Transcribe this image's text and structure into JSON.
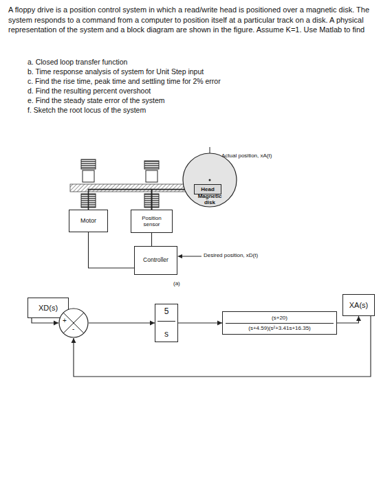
{
  "diagram": {
    "nodes": [
      {
        "text": [
          "Magnetic disk"
        ]
      },
      {
        "text": [
          "Head"
        ]
      },
      {
        "text": [
          "Motor"
        ]
      },
      {
        "text": [
          "Position sensor"
        ]
      },
      {
        "text": [
          "Controller"
        ]
      },
      {
        "text": [
          "XD(s)"
        ]
      },
      {
        "text": [
          "+",
          "-"
        ]
      },
      {
        "text": [
          "5",
          "s"
        ]
      },
      {
        "text": [
          "(s+20)",
          "(s+4.59)(s²+3.41s+16.35)"
        ]
      },
      {
        "text": [
          "XA(s)"
        ]
      }
    ],
    "edges": [
      {
        "from": 2,
        "to": 3,
        "arrow": "none"
      },
      {
        "from": 3,
        "to": 1,
        "arrow": "none"
      },
      {
        "from": 4,
        "to": 2,
        "arrow": "none"
      },
      {
        "from": 4,
        "to": 3,
        "arrow": "none"
      },
      {
        "from": 5,
        "to": 6,
        "arrow": "to"
      },
      {
        "from": 6,
        "to": 7,
        "arrow": "to"
      },
      {
        "from": 7,
        "to": 8,
        "arrow": "to"
      },
      {
        "from": 8,
        "to": 9,
        "arrow": "to"
      },
      {
        "from": 9,
        "to": 6,
        "arrow": "to"
      }
    ],
    "labels": [
      "A floppy drive is a position control system in which a read/write head is positioned over a magnetic disk. The system responds to a command from a computer to position itself at a particular track on a disk. A physical representation of the system and a block diagram are shown in the figure. Assume K=1. Use Matlab to find",
      "a. Closed loop transfer function",
      "b. Time response analysis of system for Unit Step input",
      "c. Find the rise time, peak time and settling time for 2% error",
      "d. Find the resulting percent overshoot",
      "e. Find the steady state error of the system",
      "f. Sketch the root locus of the system",
      "Actual position, xA(t)",
      "Desired position, xD(t)",
      "(a)"
    ]
  }
}
